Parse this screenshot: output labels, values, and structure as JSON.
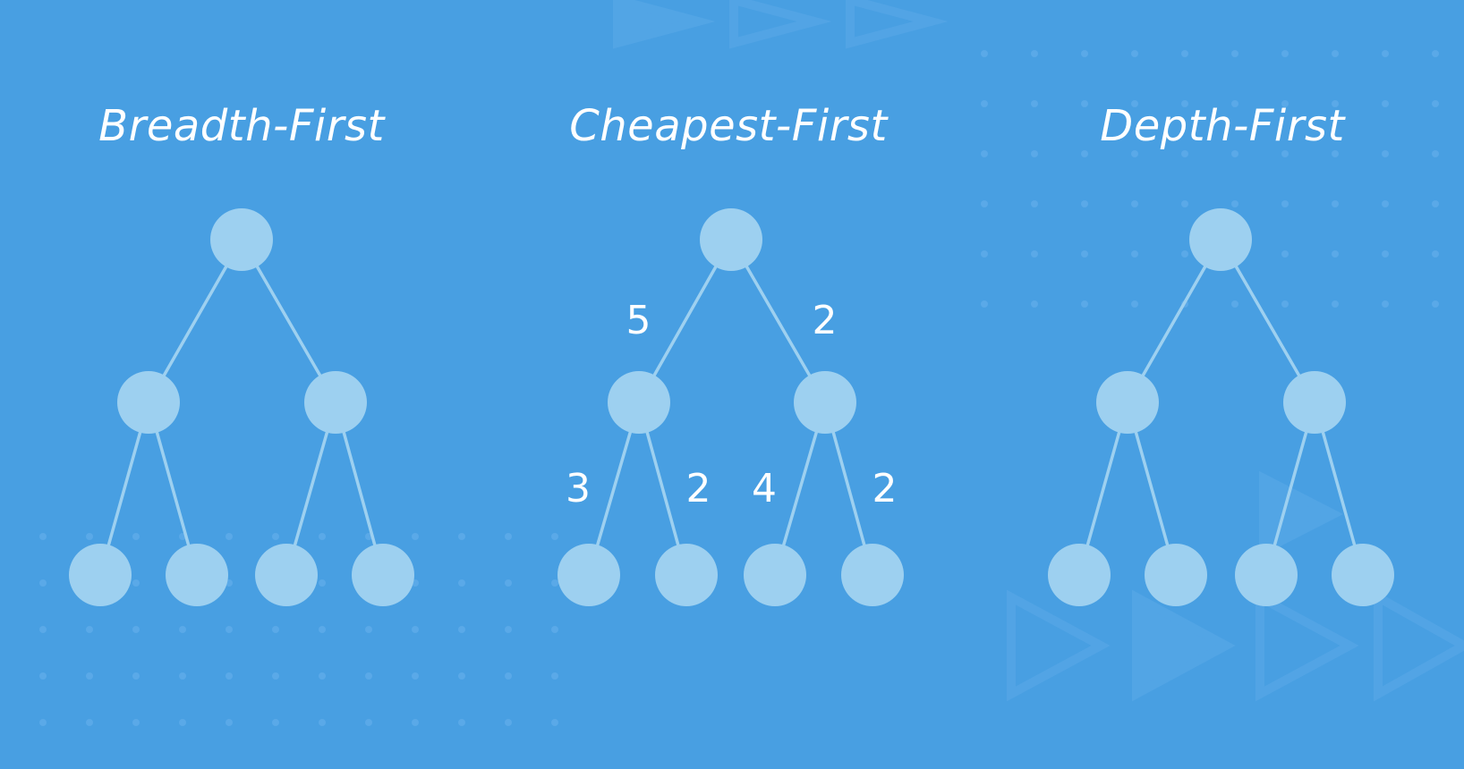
{
  "colors": {
    "background": "#489fe2",
    "node": "#9dd0f0",
    "edge": "#9dd0f0",
    "text": "#ffffff",
    "pattern": "#5aa9e8"
  },
  "panels": [
    {
      "title": "Breadth-First",
      "edge_costs": []
    },
    {
      "title": "Cheapest-First",
      "edge_costs": [
        "5",
        "2",
        "3",
        "2",
        "4",
        "2"
      ]
    },
    {
      "title": "Depth-First",
      "edge_costs": []
    }
  ]
}
